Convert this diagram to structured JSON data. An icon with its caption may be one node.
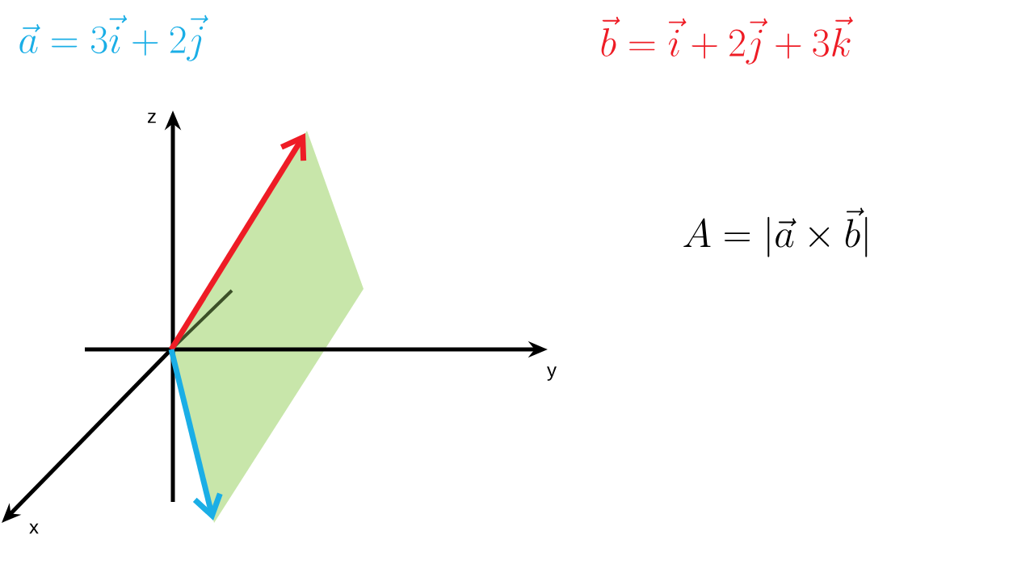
{
  "diagram": {
    "labels": [
      "\\vec{a}=3\\vec{i}+2\\vec{j}",
      "\\vec{b}=\\vec{i}+2\\vec{j}+3\\vec{k}",
      "A=|\\vec{a}\\times\\vec{b}|",
      "z",
      "y",
      "x"
    ]
  }
}
